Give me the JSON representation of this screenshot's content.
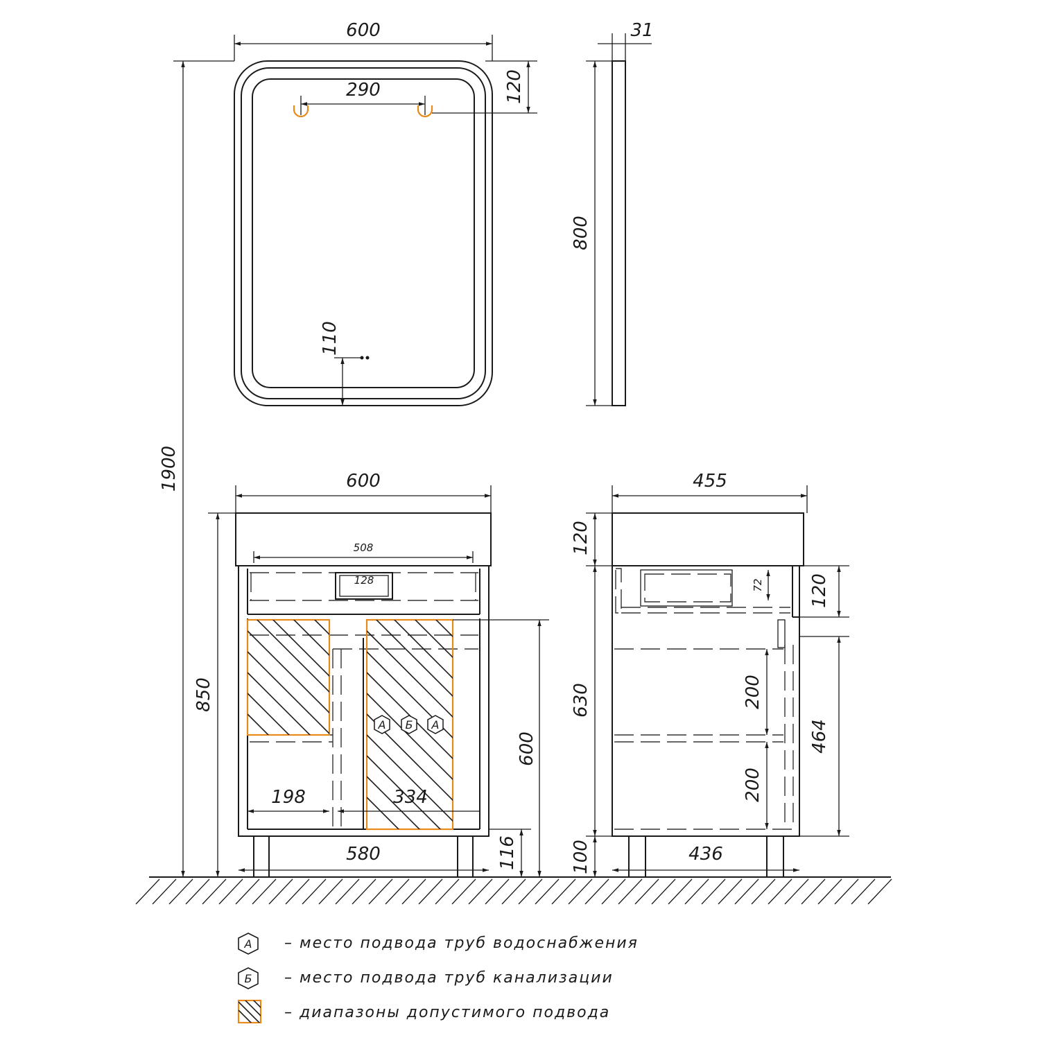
{
  "mirror": {
    "width": "600",
    "depth": "31",
    "height": "800",
    "hook_spacing": "290",
    "hook_top_offset": "120",
    "sensor_offset": "110"
  },
  "cabinet_front": {
    "width": "600",
    "basin_inner": "508",
    "drain": "128",
    "total_height": "850",
    "zone_height": "600",
    "left_zone": "198",
    "right_zone": "334",
    "base_width": "580",
    "leg_height": "116",
    "overall_height": "1900"
  },
  "cabinet_side": {
    "depth": "455",
    "basin_height": "120",
    "body_height": "630",
    "leg_height": "100",
    "drawer_height": "120",
    "drawer_inner": "72",
    "shelf_upper": "200",
    "shelf_lower": "200",
    "zone_height": "464",
    "base_depth": "436"
  },
  "markers": {
    "water": "А",
    "sewer": "Б"
  },
  "legend": [
    {
      "symbol": "А",
      "text": "– место подвода труб водоснабжения"
    },
    {
      "symbol": "Б",
      "text": "– место подвода труб канализации"
    },
    {
      "symbol": "",
      "text": "– диапазоны допустимого подвода"
    }
  ],
  "colors": {
    "line": "#1a1a1a",
    "accent": "#e88a1a"
  }
}
